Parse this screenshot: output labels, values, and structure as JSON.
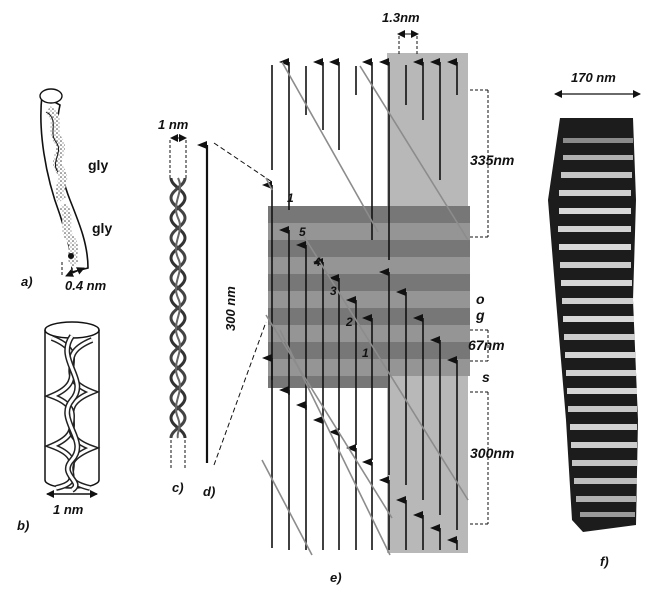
{
  "panels": {
    "a": {
      "label": "a)",
      "gly_top": "gly",
      "gly_bottom": "gly",
      "width_label": "0.4 nm"
    },
    "b": {
      "label": "b)",
      "width_label": "1 nm"
    },
    "c": {
      "label": "c)",
      "width_label": "1 nm"
    },
    "d": {
      "label": "d)",
      "length_label": "300 nm"
    },
    "e": {
      "label": "e)",
      "spacing_label": "1.3nm",
      "period_top_label": "335nm",
      "period_label": "67nm",
      "molecule_length_label": "300nm",
      "band_o": "o",
      "band_g": "g",
      "band_s": "s",
      "numbers": [
        "1",
        "5",
        "4",
        "3",
        "2",
        "1"
      ]
    },
    "f": {
      "label": "f)",
      "width_label": "170 nm"
    }
  }
}
